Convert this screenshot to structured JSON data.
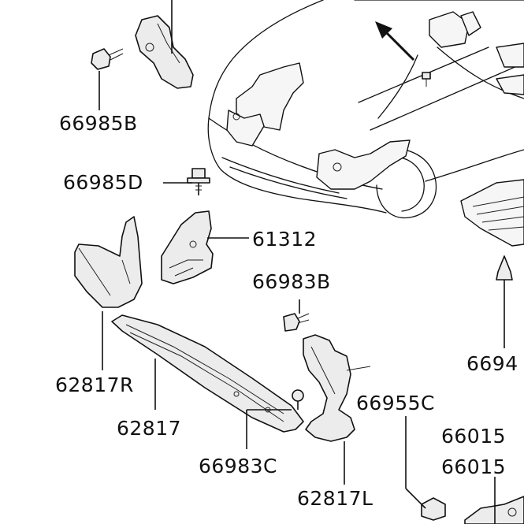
{
  "labels": {
    "p66985B": "66985B",
    "p66985D": "66985D",
    "p61312": "61312",
    "p66983B": "66983B",
    "p62817R": "62817R",
    "p62817": "62817",
    "p66983C": "66983C",
    "p66955C": "66955C",
    "p62817L": "62817L",
    "p6694x": "6694",
    "p66015a": "66015",
    "p66015b": "66015"
  }
}
